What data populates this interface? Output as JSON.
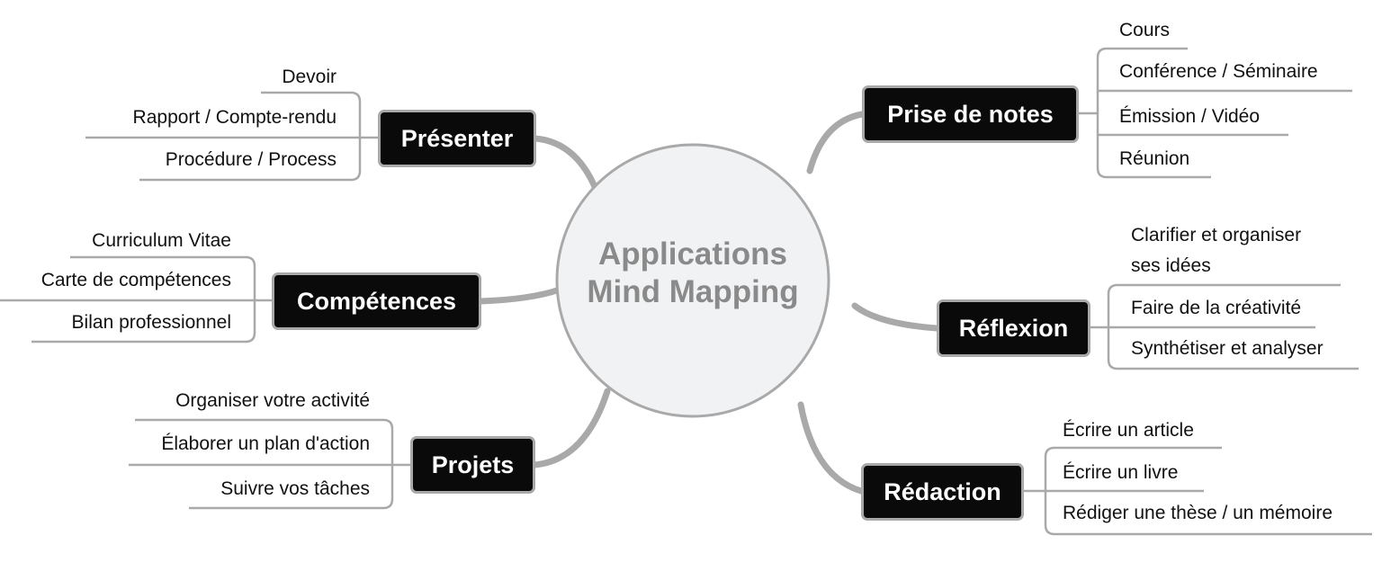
{
  "center": {
    "line1": "Applications",
    "line2": "Mind Mapping"
  },
  "colors": {
    "node_bg": "#0a0a0a",
    "node_border": "#a9a9a9",
    "connector": "#a9a9a9",
    "center_fill": "#f0f2f4",
    "center_text": "#8a8a8a"
  },
  "branches": {
    "presenter": {
      "label": "Présenter",
      "leaves": [
        "Devoir",
        "Rapport / Compte-rendu",
        "Procédure / Process"
      ]
    },
    "competences": {
      "label": "Compétences",
      "leaves": [
        "Curriculum Vitae",
        "Carte de compétences",
        "Bilan professionnel"
      ]
    },
    "projets": {
      "label": "Projets",
      "leaves": [
        "Organiser votre activité",
        "Élaborer un plan d'action",
        "Suivre vos tâches"
      ]
    },
    "prise_notes": {
      "label": "Prise de notes",
      "leaves": [
        "Cours",
        "Conférence / Séminaire",
        "Émission / Vidéo",
        "Réunion"
      ]
    },
    "reflexion": {
      "label": "Réflexion",
      "leaves": [
        "Clarifier et organiser",
        "ses idées",
        "Faire de la créativité",
        "Synthétiser et analyser"
      ]
    },
    "redaction": {
      "label": "Rédaction",
      "leaves": [
        "Écrire un article",
        "Écrire un livre",
        "Rédiger une thèse / un mémoire"
      ]
    }
  }
}
